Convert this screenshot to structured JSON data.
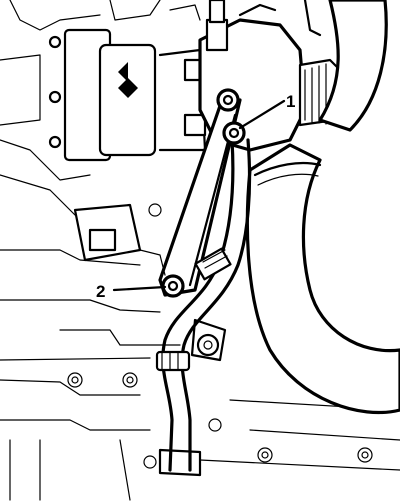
{
  "callouts": [
    {
      "number": "1",
      "part": "support-bracket-upper-bolt"
    },
    {
      "number": "2",
      "part": "support-bracket-lower-bolt"
    }
  ],
  "colors": {
    "ink": "#000000",
    "background": "#ffffff"
  }
}
